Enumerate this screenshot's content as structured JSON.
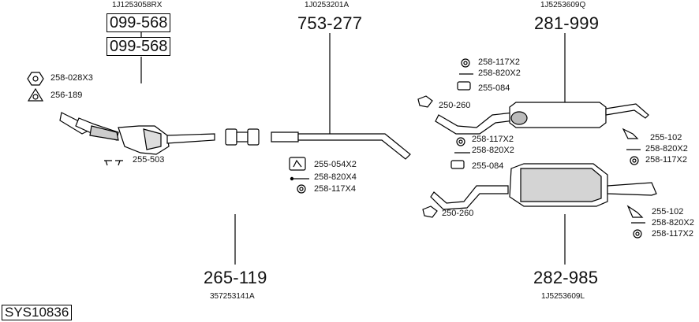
{
  "refs": {
    "left_top": "1J1253058RX",
    "middle_top": "1J0253201A",
    "right_top": "1J5253609Q",
    "bottom_left": "357253141A",
    "bottom_right": "1J5253609L"
  },
  "main_parts": {
    "box_part_1": "099-568",
    "box_part_2": "099-568",
    "front_pipe": "753-277",
    "rear_silencer_1": "281-999",
    "middle_silencer": "265-119",
    "rear_silencer_2": "282-985"
  },
  "accessories": {
    "left_nut": "258-028X3",
    "left_gasket": "256-189",
    "left_clamps": "255-503",
    "mid_clamp": "255-054X2",
    "mid_bolt": "258-820X4",
    "mid_ring": "258-117X4",
    "r1_ring": "258-117X2",
    "r1_bolt": "258-820X2",
    "r1_hanger": "255-084",
    "r1_gasket": "250-260",
    "r1_bracket": "255-102",
    "r1_bolt_b": "258-820X2",
    "r1_ring_b": "258-117X2",
    "r2_ring": "258-117X2",
    "r2_bolt": "258-820X2",
    "r2_hanger": "255-084",
    "r2_gasket": "250-260",
    "r2_bracket": "255-102",
    "r2_bolt_b": "258-820X2",
    "r2_ring_b": "258-117X2"
  },
  "system_id": "SYS10836",
  "icons": [
    "hex-nut-icon",
    "flange-gasket-icon",
    "clamp-icon",
    "u-clamp-icon",
    "bolt-icon",
    "ring-icon",
    "hanger-icon",
    "bracket-icon"
  ]
}
